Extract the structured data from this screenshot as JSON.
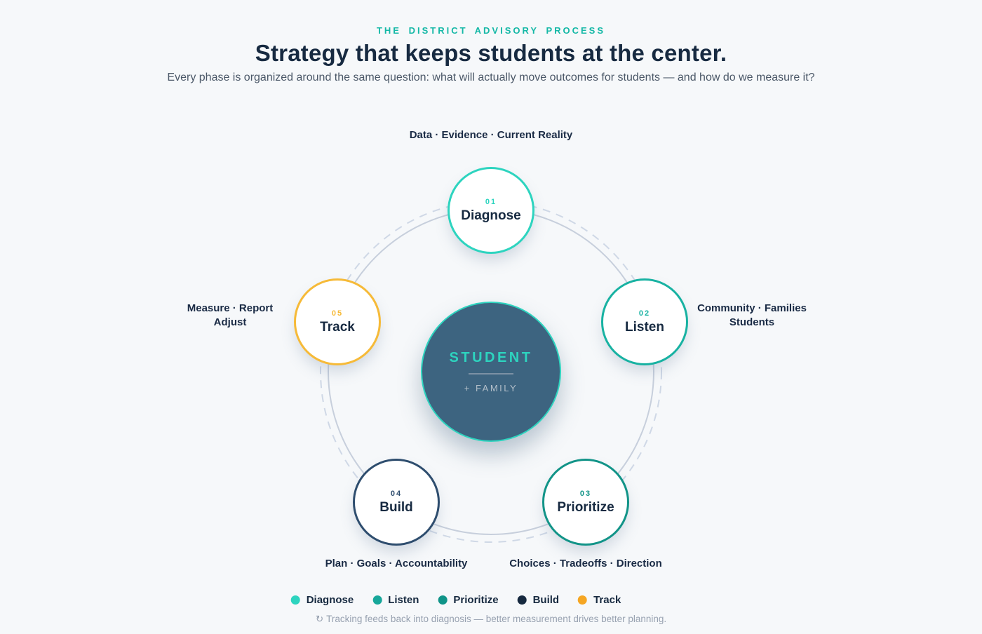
{
  "page": {
    "background": "#f6f8fa",
    "accent_color": "#14b8a6",
    "eyebrow": "THE DISTRICT ADVISORY PROCESS",
    "title": "Strategy that keeps students at the center.",
    "subtitle": "Every phase is organized around the same question: what will actually move outcomes for students — and how do we measure it?"
  },
  "center": {
    "primary": "STUDENT",
    "secondary": "+ FAMILY",
    "fill_color": "#3d6480",
    "ring_color": "#2dd4bf",
    "primary_color": "#2dd4bf"
  },
  "nodes": [
    {
      "number": "01",
      "name": "Diagnose",
      "color": "#2dd4bf",
      "label": "Data · Evidence · Current Reality"
    },
    {
      "number": "02",
      "name": "Listen",
      "color": "#18b2a2",
      "label_line1": "Community · Families",
      "label_line2": "Students"
    },
    {
      "number": "03",
      "name": "Prioritize",
      "color": "#129488",
      "label": "Choices · Tradeoffs · Direction"
    },
    {
      "number": "04",
      "name": "Build",
      "color": "#2e4d6e",
      "label": "Plan · Goals · Accountability"
    },
    {
      "number": "05",
      "name": "Track",
      "color": "#f6ba38",
      "label_line1": "Measure · Report",
      "label_line2": "Adjust"
    }
  ],
  "legend": {
    "items": [
      {
        "label": "Diagnose",
        "color": "#2dd4bf"
      },
      {
        "label": "Listen",
        "color": "#17a79a"
      },
      {
        "label": "Prioritize",
        "color": "#0f9488"
      },
      {
        "label": "Build",
        "color": "#16293f"
      },
      {
        "label": "Track",
        "color": "#f5a623"
      }
    ],
    "footnote_icon": "↻",
    "footnote": "Tracking feeds back into diagnosis — better measurement drives better planning."
  }
}
